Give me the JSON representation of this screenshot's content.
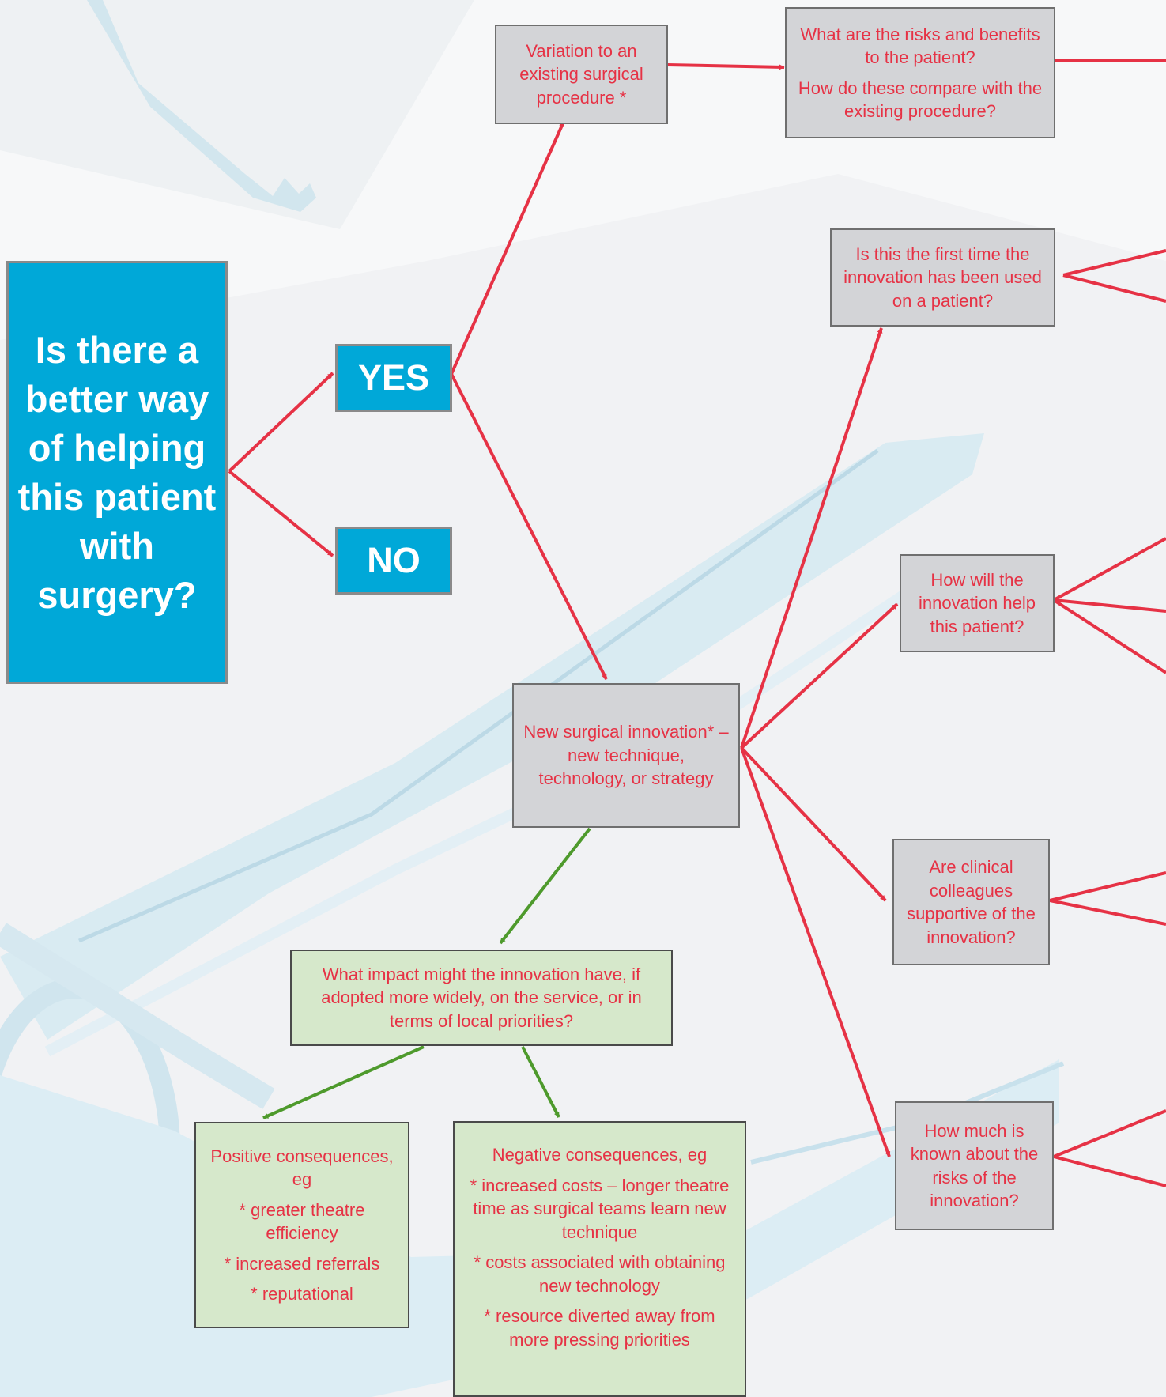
{
  "colors": {
    "red_arrow": "#e63245",
    "green_arrow": "#4e9a2c",
    "blue_box": "#00a8d8",
    "grey_box": "#d3d4d7",
    "green_box": "#d6e8cb",
    "red_text": "#e63245"
  },
  "main_question": "Is there a better way of helping this patient with surgery?",
  "answers": {
    "yes": "YES",
    "no": "NO"
  },
  "variation": {
    "box": "Variation to an existing surgical procedure *",
    "risks_question": "What are the risks and benefits to the patient?",
    "compare_question": "How do these compare with the existing procedure?"
  },
  "innovation": "New surgical innovation* – new technique, technology, or strategy",
  "questions": {
    "first_time": "Is this the first time the innovation has been used on a patient?",
    "help_patient": "How will the innovation help this patient?",
    "colleagues": "Are clinical colleagues supportive of the innovation?",
    "risks_known": "How much is known about the risks of the innovation?"
  },
  "impact": "What impact might the innovation have, if adopted more widely, on the service, or in terms of local priorities?",
  "positive": {
    "title": "Positive consequences, eg",
    "items": [
      "* greater theatre efficiency",
      "* increased referrals",
      "* reputational"
    ]
  },
  "negative": {
    "title": "Negative consequences, eg",
    "items": [
      "* increased costs – longer theatre time as surgical teams learn new technique",
      "* costs associated with obtaining new technology",
      "* resource diverted away from more pressing priorities"
    ]
  }
}
